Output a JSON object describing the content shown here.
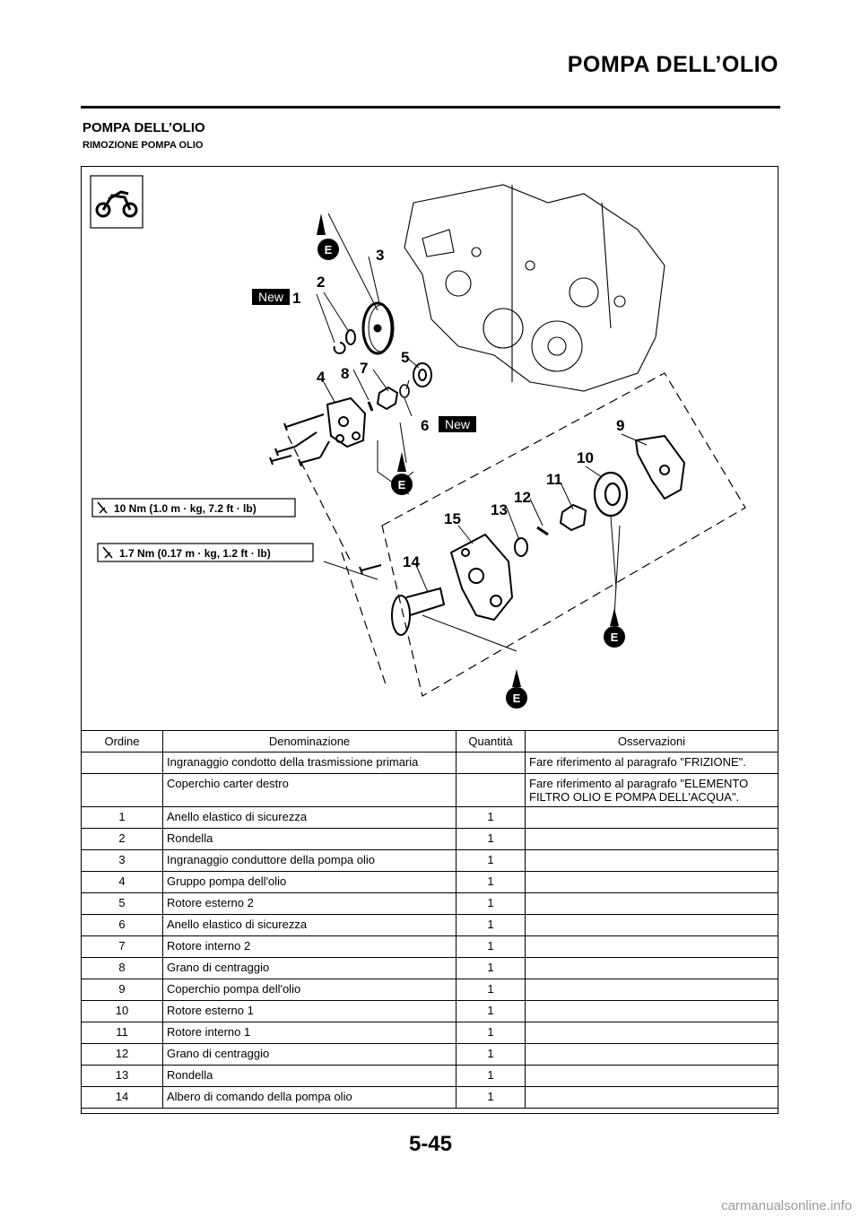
{
  "header": {
    "title": "POMPA DELL’OLIO",
    "section_title": "POMPA DELL’OLIO",
    "subtitle": "RIMOZIONE POMPA OLIO"
  },
  "diagram": {
    "callouts": [
      "1",
      "2",
      "3",
      "4",
      "5",
      "6",
      "7",
      "8",
      "9",
      "10",
      "11",
      "12",
      "13",
      "14",
      "15"
    ],
    "new_label": "New",
    "e_mark": "E",
    "torque_1": "10 Nm (1.0 m · kg, 7.2 ft · lb)",
    "torque_2": "1.7 Nm (0.17 m · kg, 1.2 ft · lb)",
    "icon": "motocross-bike-icon"
  },
  "table": {
    "headers": [
      "Ordine",
      "Denominazione",
      "Quantità",
      "Osservazioni"
    ],
    "rows": [
      {
        "ord": "",
        "den": "Ingranaggio condotto della trasmissione primaria",
        "qty": "",
        "oss": "Fare riferimento al paragrafo \"FRIZIONE\"."
      },
      {
        "ord": "",
        "den": "Coperchio carter destro",
        "qty": "",
        "oss": "Fare riferimento al paragrafo \"ELEMENTO FILTRO OLIO E POMPA DELL'ACQUA\"."
      },
      {
        "ord": "1",
        "den": "Anello elastico di sicurezza",
        "qty": "1",
        "oss": ""
      },
      {
        "ord": "2",
        "den": "Rondella",
        "qty": "1",
        "oss": ""
      },
      {
        "ord": "3",
        "den": "Ingranaggio conduttore della pompa olio",
        "qty": "1",
        "oss": ""
      },
      {
        "ord": "4",
        "den": "Gruppo pompa dell'olio",
        "qty": "1",
        "oss": ""
      },
      {
        "ord": "5",
        "den": "Rotore esterno 2",
        "qty": "1",
        "oss": ""
      },
      {
        "ord": "6",
        "den": "Anello elastico di sicurezza",
        "qty": "1",
        "oss": ""
      },
      {
        "ord": "7",
        "den": "Rotore interno 2",
        "qty": "1",
        "oss": ""
      },
      {
        "ord": "8",
        "den": "Grano di centraggio",
        "qty": "1",
        "oss": ""
      },
      {
        "ord": "9",
        "den": "Coperchio pompa dell'olio",
        "qty": "1",
        "oss": ""
      },
      {
        "ord": "10",
        "den": "Rotore esterno 1",
        "qty": "1",
        "oss": ""
      },
      {
        "ord": "11",
        "den": "Rotore interno 1",
        "qty": "1",
        "oss": ""
      },
      {
        "ord": "12",
        "den": "Grano di centraggio",
        "qty": "1",
        "oss": ""
      },
      {
        "ord": "13",
        "den": "Rondella",
        "qty": "1",
        "oss": ""
      },
      {
        "ord": "14",
        "den": "Albero di comando della pompa olio",
        "qty": "1",
        "oss": ""
      }
    ]
  },
  "footer": {
    "page_number": "5-45",
    "watermark": "carmanualsonline.info"
  }
}
